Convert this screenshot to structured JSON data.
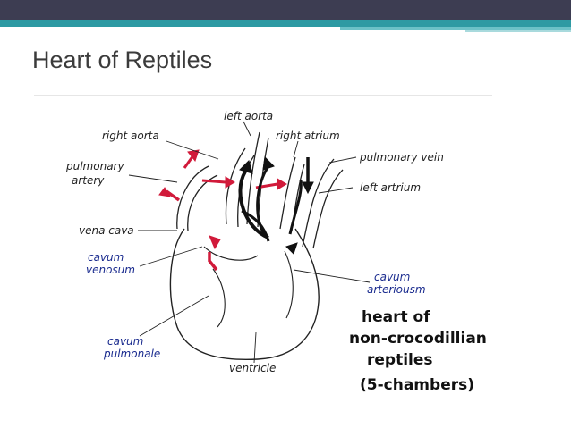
{
  "slide": {
    "title": "Heart of Reptiles"
  },
  "diagram": {
    "labels": {
      "left_aorta": "left aorta",
      "right_aorta": "right aorta",
      "right_atrium": "right atrium",
      "pulmonary_vein": "pulmonary vein",
      "pulmonary_artery_1": "pulmonary",
      "pulmonary_artery_2": "artery",
      "left_atrium": "left artrium",
      "vena_cava": "vena cava",
      "cavum_venosum_1": "cavum",
      "cavum_venosum_2": "venosum",
      "cavum_arteriosum_1": "cavum",
      "cavum_arteriosum_2": "arteriousm",
      "cavum_pulmonale_1": "cavum",
      "cavum_pulmonale_2": "pulmonale",
      "ventricle": "ventricle"
    },
    "note": {
      "line1": "heart of",
      "line2": "non-crocodillian",
      "line3": "reptiles",
      "line4": "(5-chambers)"
    },
    "colors": {
      "deoxygenated_arrow": "#d11a3a",
      "oxygenated_arrow": "#111111",
      "leader_line": "#1b2c8f"
    }
  }
}
